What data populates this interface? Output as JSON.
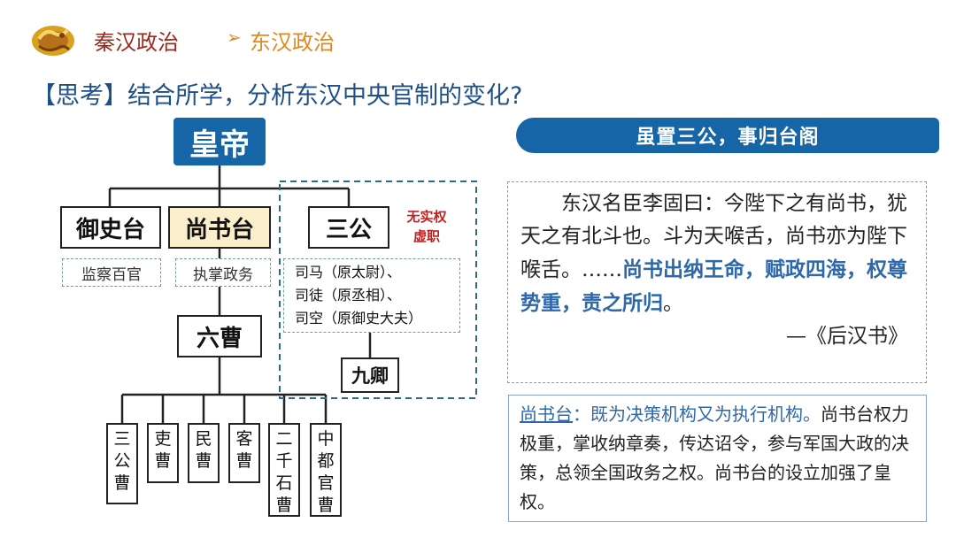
{
  "header": {
    "crumb_1": "秦汉政治",
    "arrow": "➢",
    "crumb_2": "东汉政治"
  },
  "question": "【思考】结合所学，分析东汉中央官制的变化?",
  "chart": {
    "emperor": "皇帝",
    "offices": {
      "yushitai": "御史台",
      "shangshutai": "尚书台",
      "sangong": "三公"
    },
    "office_notes": {
      "yushitai": "监察百官",
      "shangshutai": "执掌政务",
      "sangong_lines": [
        "司马（原太尉）、",
        "司徒（原丞相）、",
        "司空（原御史大夫）"
      ]
    },
    "unreal_note": [
      "无实权",
      "虚职"
    ],
    "liucao": "六曹",
    "jiuqing": "九卿",
    "cao": [
      [
        "三",
        "公",
        "曹"
      ],
      [
        "吏",
        "曹"
      ],
      [
        "民",
        "曹"
      ],
      [
        "客",
        "曹"
      ],
      [
        "二",
        "千",
        "石",
        "曹"
      ],
      [
        "中",
        "都",
        "官",
        "曹"
      ]
    ]
  },
  "right_panel": {
    "banner": "虽置三公，事归台阁",
    "quote": {
      "text_plain": "东汉名臣李固曰：今陛下之有尚书，犹天之有北斗也。斗为天喉舌，尚书亦为陛下喉舌。……",
      "text_highlight": "尚书出纳王命，赋政四海，权尊势重，责之所归",
      "text_end": "。",
      "source": "—《后汉书》"
    },
    "summary": {
      "label": "尚书台",
      "lead": "：既为决策机构又为执行机构。",
      "body": "尚书台权力极重，掌收纳章奏，传达诏令，参与军国大政的决策，总领全国政务之权。尚书台的设立加强了皇权。"
    }
  },
  "colors": {
    "accent_blue": "#1565a7",
    "header_red": "#9b2a1e",
    "header_orange": "#e08a1e",
    "highlight_blue": "#2d68aa",
    "note_red": "#c41e1e",
    "shangshu_fill": "#fbeecb"
  },
  "icons": {
    "logo": "dragon-logo-icon"
  }
}
